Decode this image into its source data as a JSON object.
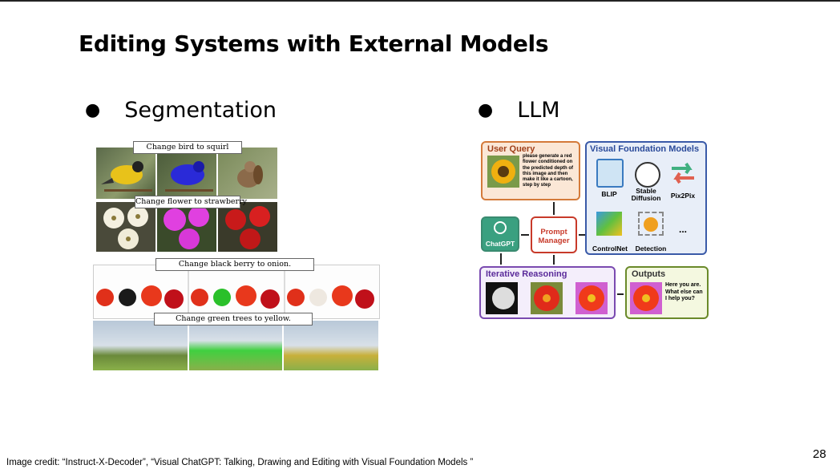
{
  "slide": {
    "title": "Editing Systems with External Models",
    "bullet_left": "Segmentation",
    "bullet_right": "LLM",
    "credit": "Image credit: “Instruct-X-Decoder”, “Visual ChatGPT: Talking, Drawing and Editing with Visual Foundation Models ”",
    "page_number": "28"
  },
  "segmentation_figure": {
    "captions": [
      "Change bird to squirl",
      "Change flower to strawberry",
      "Change black berry to onion.",
      "Change green trees to yellow."
    ]
  },
  "llm_figure": {
    "user_query_title": "User Query",
    "user_query_text": "please generate a red flower conditioned on the predicted depth of this image and then make it like a cartoon, step by step",
    "vfm_title": "Visual Foundation Models",
    "models": [
      "BLIP",
      "Stable Diffusion",
      "Pix2Pix",
      "ControlNet",
      "Detection",
      "..."
    ],
    "chatgpt_label": "ChatGPT",
    "prompt_manager": "Prompt Manager",
    "iterative_title": "Iterative Reasoning",
    "outputs_title": "Outputs",
    "outputs_text": "Here you are. What else can I help you?"
  }
}
